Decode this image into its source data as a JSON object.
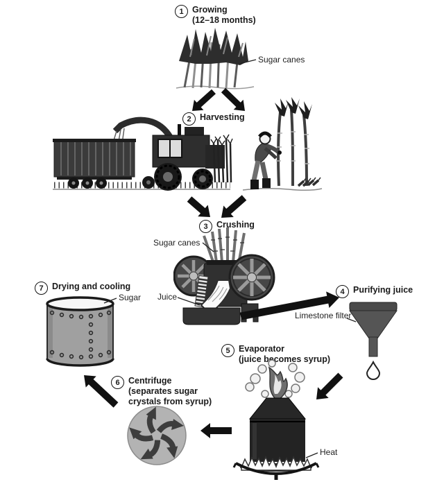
{
  "diagram": {
    "steps": [
      {
        "num": "1",
        "label": "Growing",
        "sub": "(12–18 months)"
      },
      {
        "num": "2",
        "label": "Harvesting",
        "sub": ""
      },
      {
        "num": "3",
        "label": "Crushing",
        "sub": ""
      },
      {
        "num": "4",
        "label": "Purifying juice",
        "sub": ""
      },
      {
        "num": "5",
        "label": "Evaporator",
        "sub": "(juice becomes syrup)"
      },
      {
        "num": "6",
        "label": "Centrifuge",
        "sub": "(separates sugar\ncrystals from syrup)"
      },
      {
        "num": "7",
        "label": "Drying and cooling",
        "sub": ""
      }
    ],
    "annotations": {
      "sugar_canes_top": "Sugar canes",
      "sugar_canes_crusher": "Sugar canes",
      "juice": "Juice",
      "limestone_filter": "Limestone filter",
      "heat": "Heat",
      "sugar": "Sugar"
    },
    "colors": {
      "ink": "#1a1a1a",
      "machine_dark": "#2b2b2b",
      "machine_gray": "#9e9e9e",
      "background": "#ffffff"
    }
  }
}
